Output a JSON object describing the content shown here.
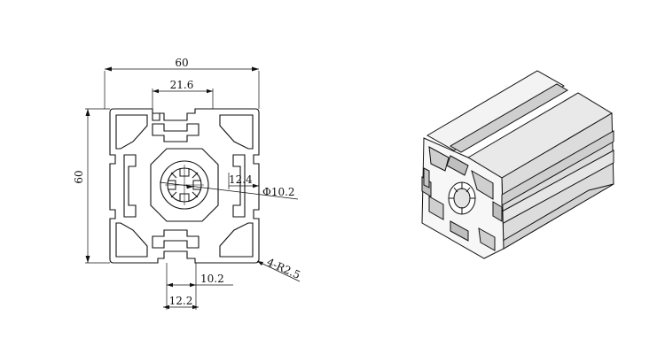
{
  "drawing": {
    "front_view": {
      "overall_width": "60",
      "overall_height": "60",
      "slot_outer_width": "21.6",
      "slot_inner_width": "12.4",
      "center_hole": "Φ10.2",
      "corner_radius": "4-R2.5",
      "slot_neck_width": "10.2",
      "slot_opening_width": "12.2"
    },
    "iso_view": {
      "shading_light": "#f2f2f2",
      "shading_mid": "#d9d9d9",
      "shading_dark": "#bdbdbd"
    }
  }
}
